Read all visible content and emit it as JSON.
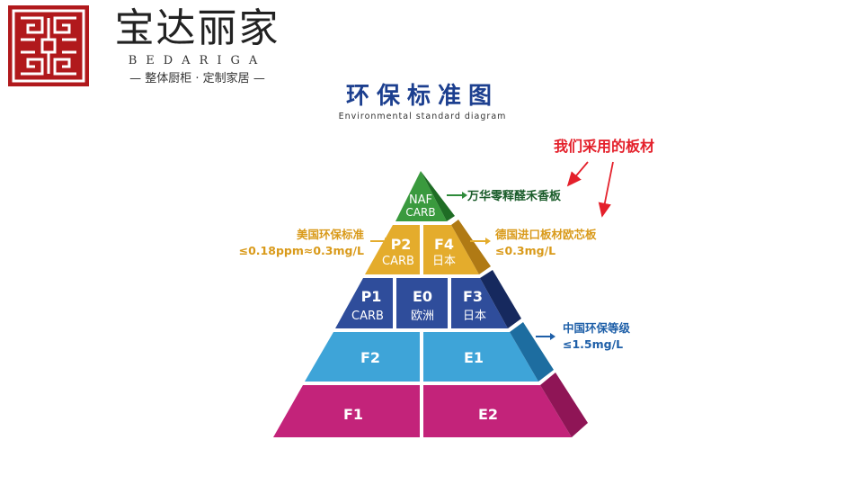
{
  "logo": {
    "name_cn": "宝达丽家",
    "name_en": "BEDARIGA",
    "tagline": "— 整体厨柜 · 定制家居 —"
  },
  "diagram": {
    "title": "环保标准图",
    "subtitle": "Environmental standard diagram",
    "callout": "我们采用的板材",
    "tiers": {
      "naf": {
        "line1": "NAF",
        "line2": "CARB"
      },
      "p2": {
        "line1": "P2",
        "line2": "CARB"
      },
      "f4": {
        "line1": "F4",
        "line2": "日本"
      },
      "p1": {
        "line1": "P1",
        "line2": "CARB"
      },
      "e0": {
        "line1": "E0",
        "line2": "欧洲"
      },
      "f3": {
        "line1": "F3",
        "line2": "日本"
      },
      "f2": {
        "line1": "F2"
      },
      "e1": {
        "line1": "E1"
      },
      "f1": {
        "line1": "F1"
      },
      "e2": {
        "line1": "E2"
      }
    },
    "annotations": {
      "wanhua": "万华零释醛禾香板",
      "us_label": "美国环保标准",
      "us_value": "≤0.18ppm≈0.3mg/L",
      "de_label": "德国进口板材欧芯板",
      "de_value": "≤0.3mg/L",
      "cn_label": "中国环保等级",
      "cn_value": "≤1.5mg/L"
    },
    "colors": {
      "green": "#3a9a3e",
      "gold": "#e4ac2c",
      "navy": "#2f4d9b",
      "sky": "#3ea4d8",
      "magenta": "#c3237a",
      "red": "#e4202b",
      "blue_text": "#1e5fa8"
    }
  }
}
